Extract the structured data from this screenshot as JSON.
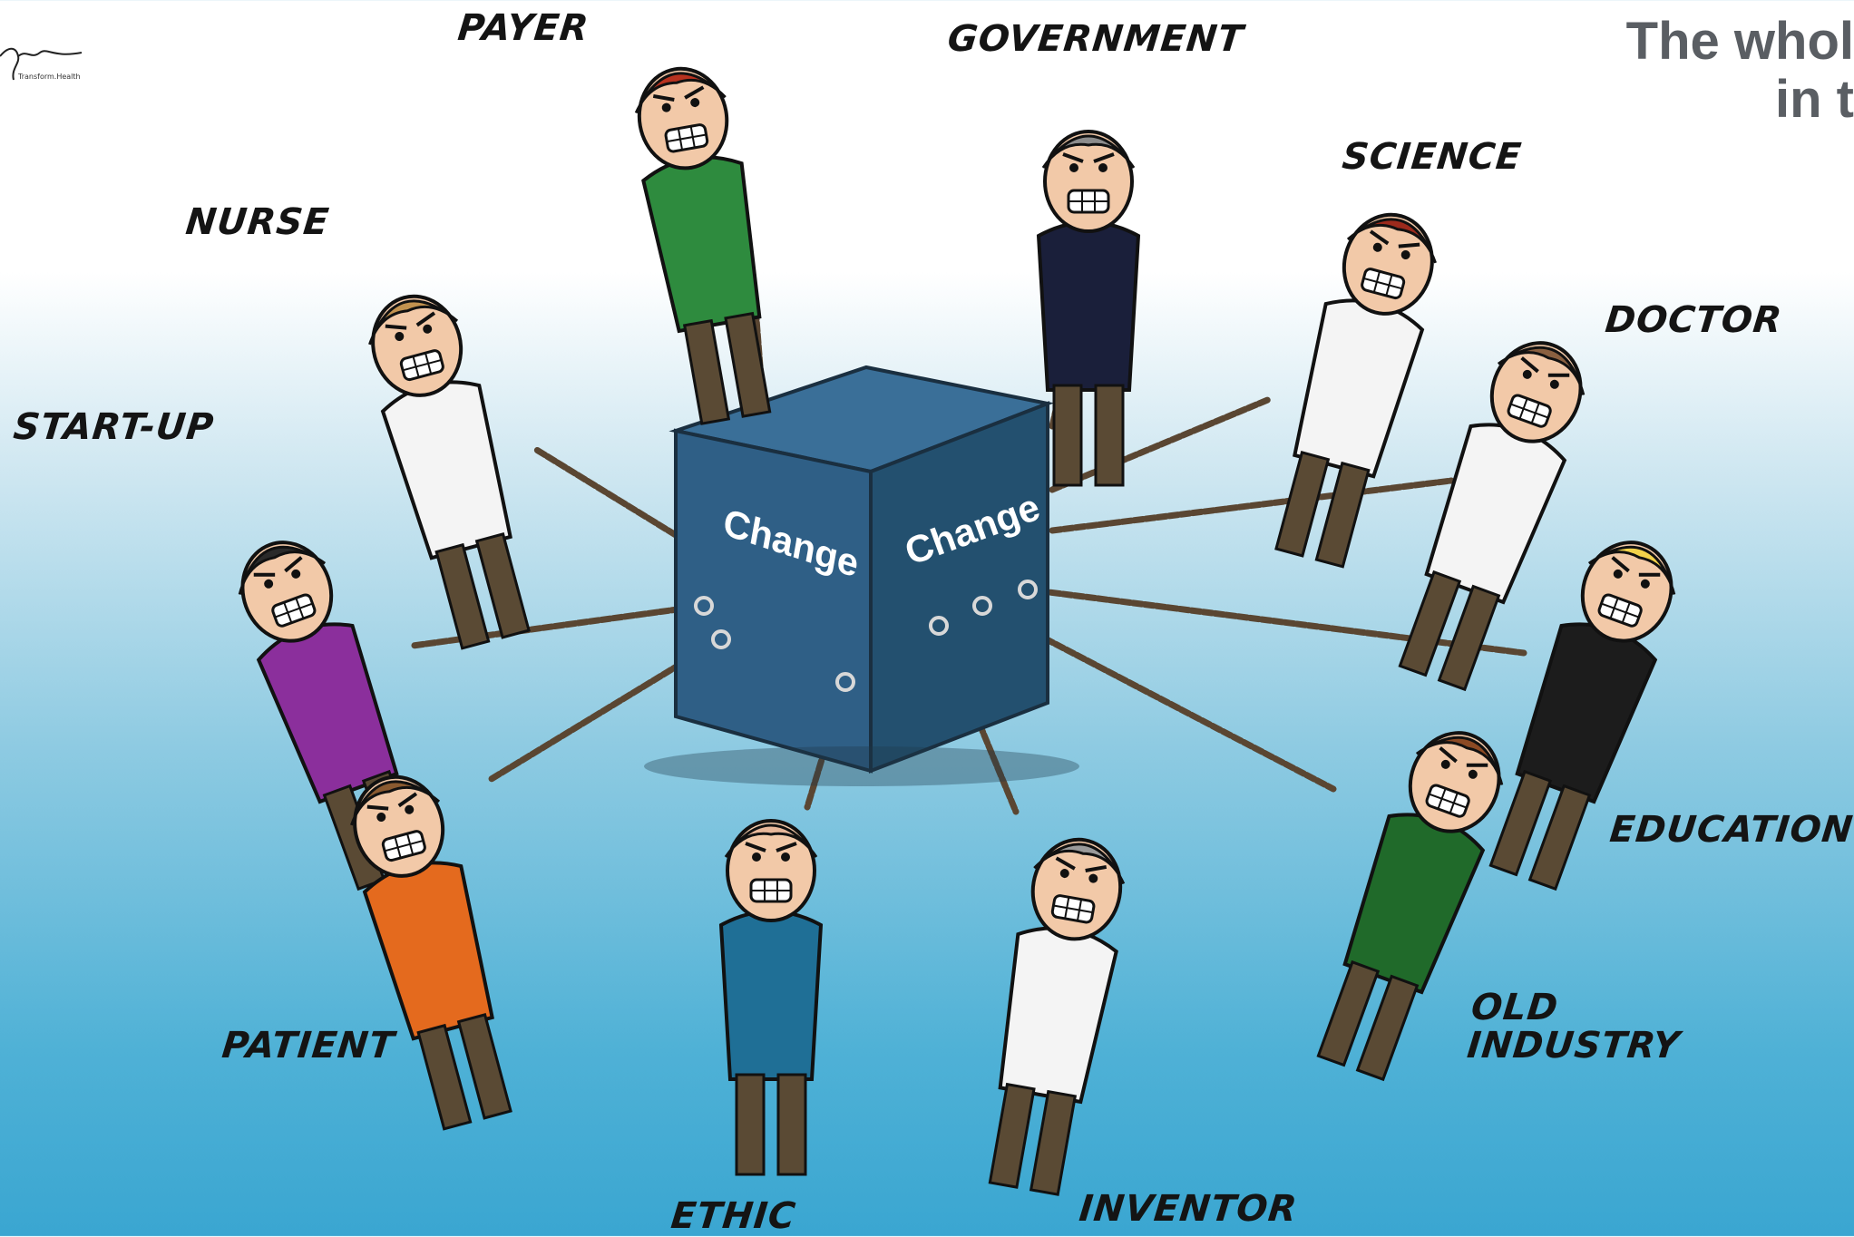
{
  "headline": {
    "line1": "The whol",
    "line2": "in t"
  },
  "logo": {
    "text": "Transform.Health"
  },
  "cube": {
    "left_label": "Change",
    "right_label": "Change"
  },
  "roles": {
    "payer": "PAYER",
    "government": "GOVERNMENT",
    "science": "SCIENCE",
    "nurse": "NURSE",
    "doctor": "DOCTOR",
    "startup": "START-UP",
    "education": "EDUCATION",
    "old_industry": "OLD\nINDUSTRY",
    "patient": "PATIENT",
    "ethic": "ETHIC",
    "inventor": "INVENTOR"
  },
  "colors": {
    "cube_front": "#2f5f86",
    "cube_side": "#23506f",
    "cube_top": "#3a6f98",
    "rope": "#5a4632"
  }
}
